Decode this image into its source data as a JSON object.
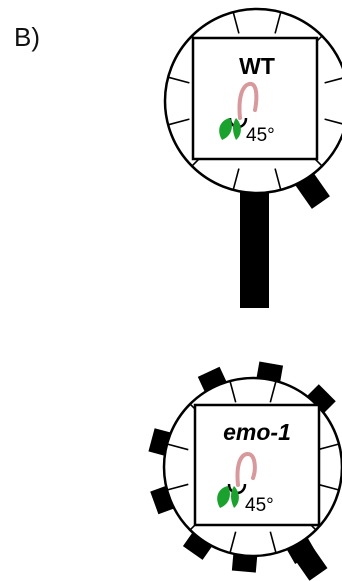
{
  "panel_label": "B)",
  "diagrams": [
    {
      "title": "WT",
      "title_italic": false,
      "angle_label": "45°",
      "tail": "long"
    },
    {
      "title": "emo-1",
      "title_italic": true,
      "angle_label": "45°",
      "tail": "none"
    }
  ],
  "colors": {
    "outline": "#000000",
    "fill": "#ffffff",
    "hook": "#d7999b",
    "cotyledon": "#1aa12e",
    "block": "#000000"
  }
}
